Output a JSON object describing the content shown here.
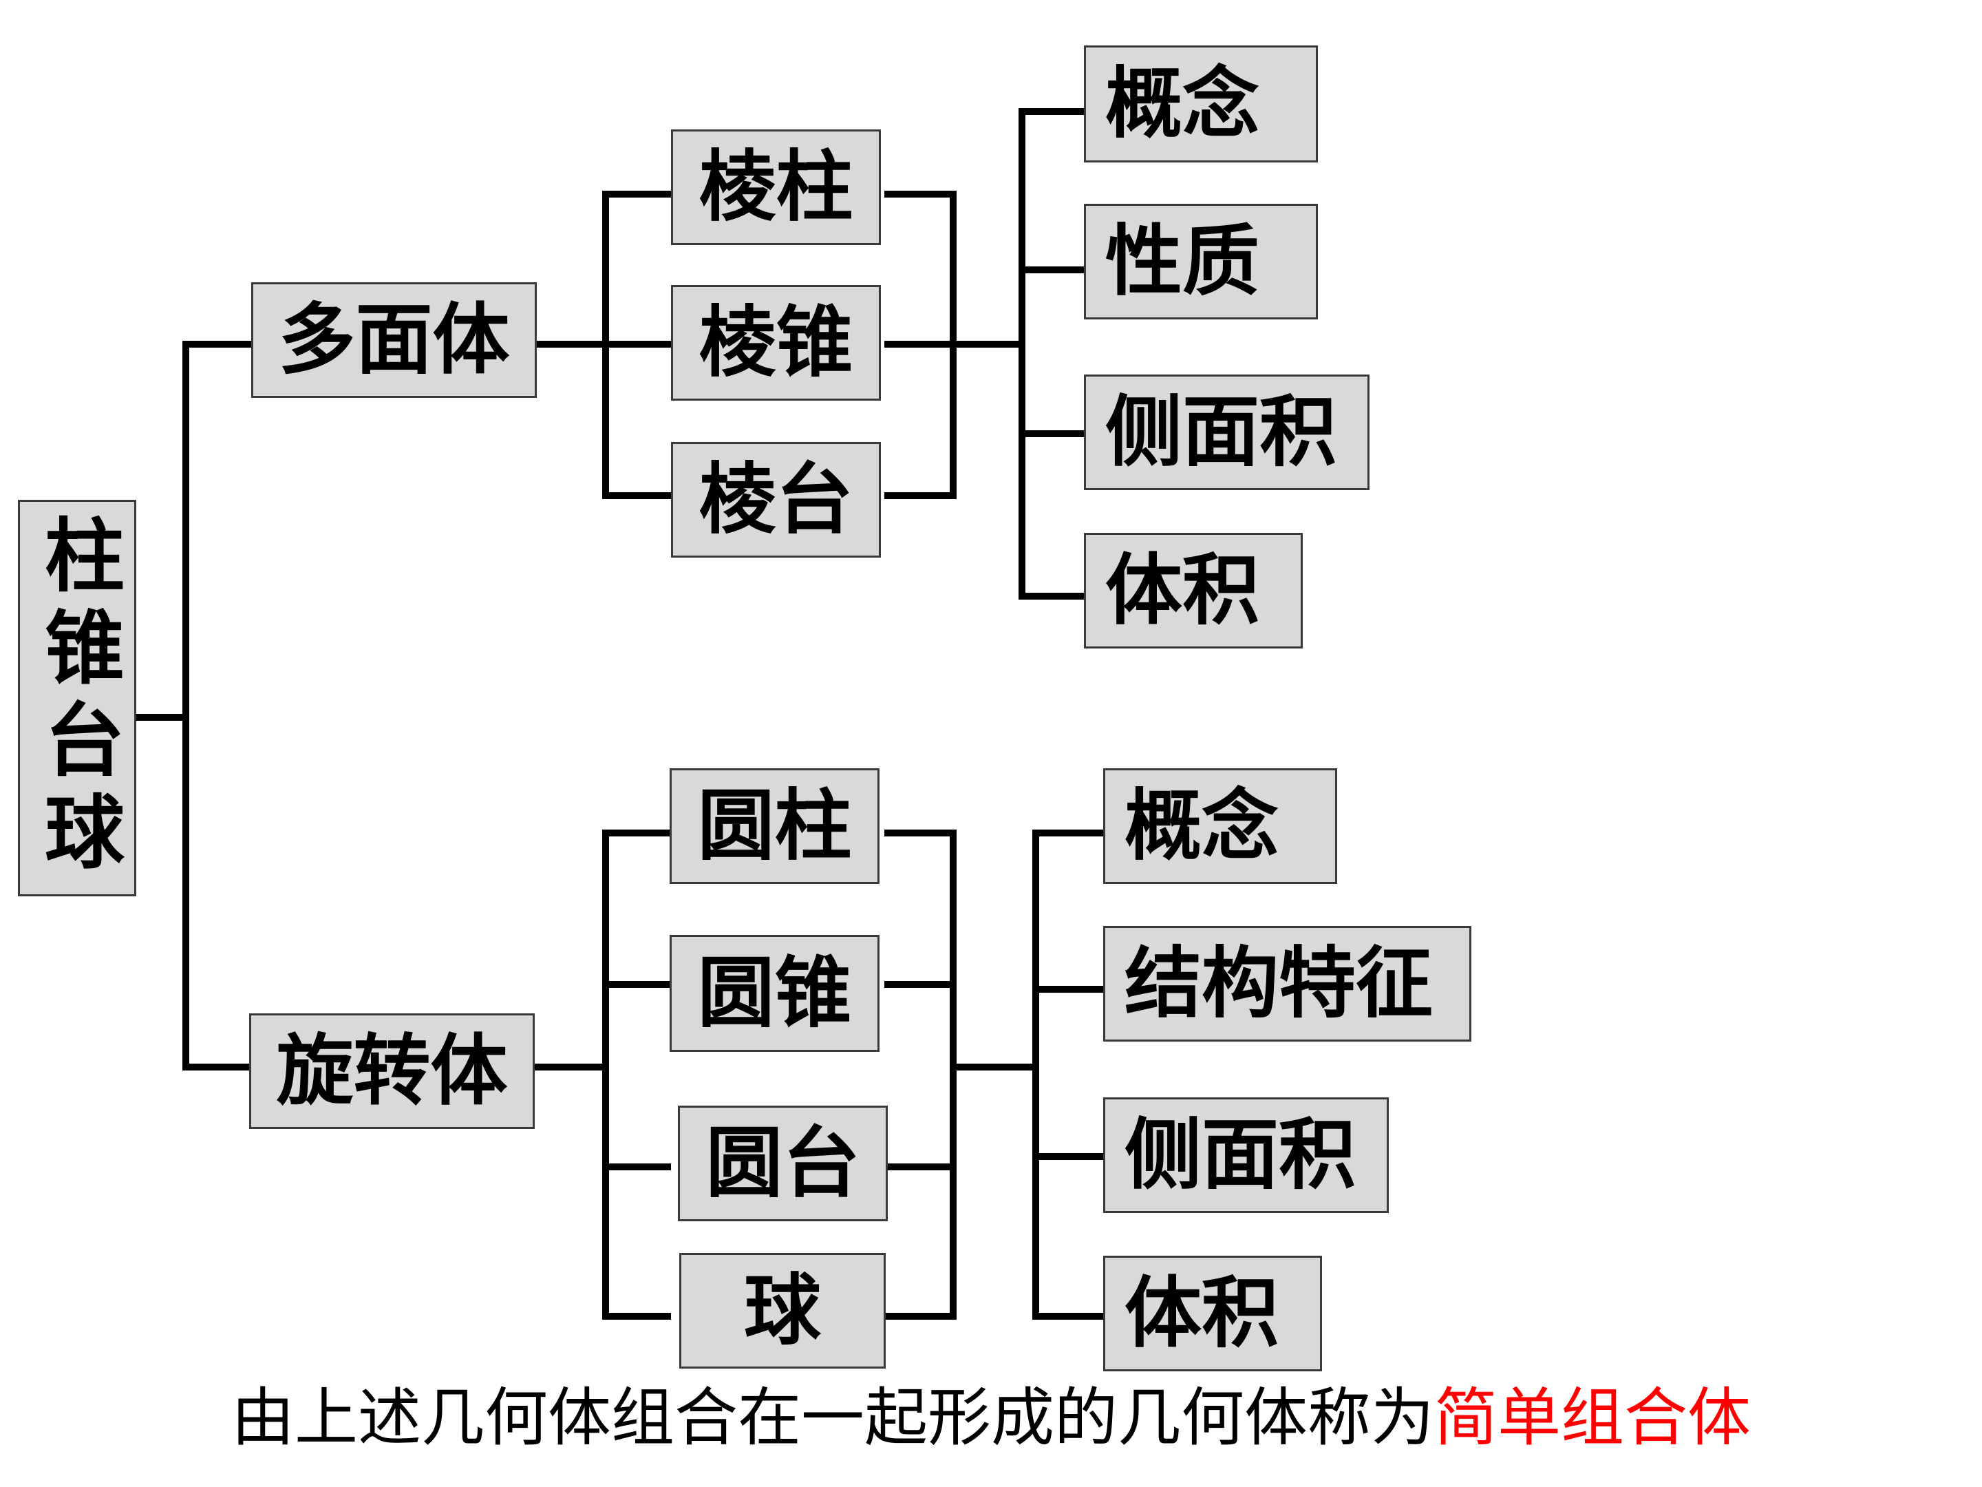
{
  "root": {
    "label": "柱锥台球"
  },
  "branch_poly": {
    "label": "多面体"
  },
  "branch_rot": {
    "label": "旋转体"
  },
  "poly_items": [
    {
      "label": "棱柱"
    },
    {
      "label": "棱锥"
    },
    {
      "label": "棱台"
    }
  ],
  "poly_props": [
    {
      "label": "概念"
    },
    {
      "label": "性质"
    },
    {
      "label": "侧面积"
    },
    {
      "label": "体积"
    }
  ],
  "rot_items": [
    {
      "label": "圆柱"
    },
    {
      "label": "圆锥"
    },
    {
      "label": "圆台"
    },
    {
      "label": "球"
    }
  ],
  "rot_props": [
    {
      "label": "概念"
    },
    {
      "label": "结构特征"
    },
    {
      "label": "侧面积"
    },
    {
      "label": "体积"
    }
  ],
  "caption": {
    "prefix": "由上述几何体组合在一起形成的几何体称为",
    "highlight": "简单组合体"
  },
  "colors": {
    "box_fill": "#d9d9d9",
    "highlight": "#ff0000"
  }
}
